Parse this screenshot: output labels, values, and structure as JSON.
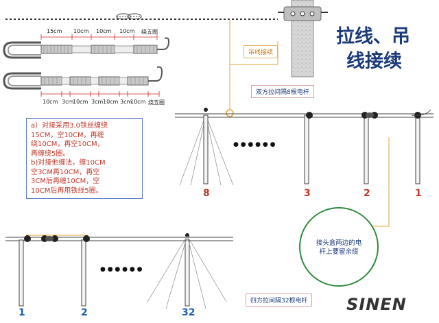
{
  "title_line1": "拉线、吊",
  "title_line2": "线接续",
  "hanger_label": "吊线接续",
  "top_caption": "双方拉间隔8根电杆",
  "bottom_caption": "四方拉间隔32根电杆",
  "wrap_top": {
    "dims": [
      "15cm",
      "10cm",
      "10cm",
      "10cm"
    ],
    "end_label": "绕五圈"
  },
  "wrap_bottom": {
    "dims": [
      "10cm",
      "3cm",
      "10cm",
      "3cm",
      "10cm",
      "3cm",
      "10cm"
    ],
    "end_label": "绕五圈"
  },
  "notes": [
    "a）对接采用3.0铁丝缠绕",
    "15CM，空10CM，再缠",
    "绕10CM，再空10CM，",
    "再缠绕5圈。",
    "b)对接他缠法，缠10CM",
    "空3CM再10CM，再空",
    "3CM后再缠10CM，空",
    "10CM后再用铁线5圈。"
  ],
  "top_pole_numbers": [
    "8",
    "3",
    "2",
    "1"
  ],
  "bottom_pole_numbers": [
    "1",
    "2",
    "32"
  ],
  "dots": "● ● ● ● ● ●",
  "dots_bottom": "● ● ● ● ● ●",
  "circle_lines": [
    "接头盒两边的电",
    "杆上要留余缆"
  ],
  "logo_text": "SINEN",
  "colors": {
    "title": "#1b3a7a",
    "note_text": "#c0392b",
    "pole_number_red": "#c0392b",
    "pole_number_blue": "#1b5fb0",
    "guide_line": "#e3a63a",
    "dim_arrow": "#d02020",
    "circle_border": "#3a8a3a"
  }
}
